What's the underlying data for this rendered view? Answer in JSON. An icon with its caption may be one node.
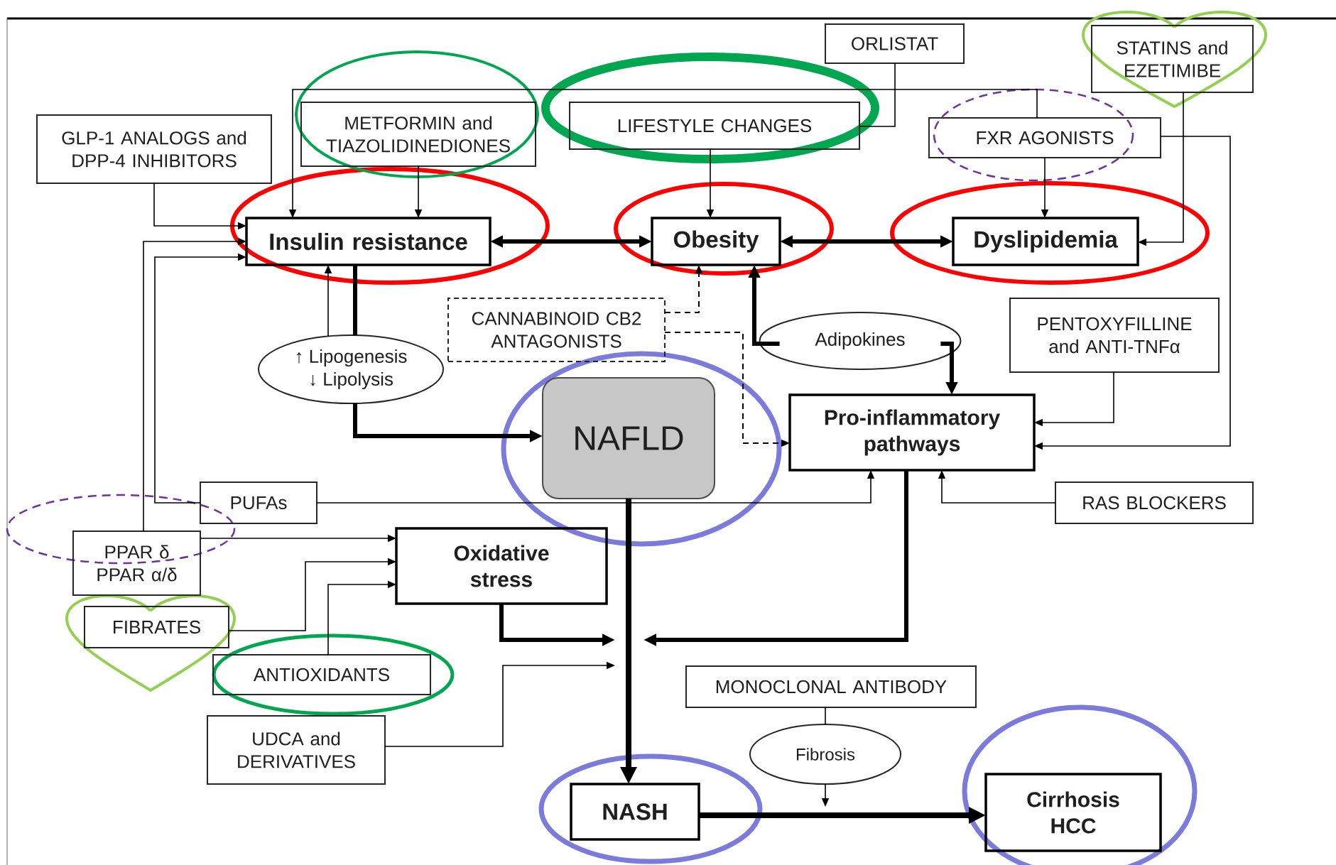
{
  "diagram": {
    "nodes": [
      {
        "text": [
          "ORLISTAT"
        ]
      },
      {
        "text": [
          "STATINS and EZETIMIBE"
        ]
      },
      {
        "text": [
          "GLP-1 ANALOGS and DPP-4 INHIBITORS"
        ]
      },
      {
        "text": [
          "METFORMIN and TIAZOLIDINEDIONES"
        ]
      },
      {
        "text": [
          "LIFESTYLE CHANGES"
        ]
      },
      {
        "text": [
          "FXR AGONISTS"
        ]
      },
      {
        "text": [
          "Insulin resistance"
        ]
      },
      {
        "text": [
          "Obesity"
        ]
      },
      {
        "text": [
          "Dyslipidemia"
        ]
      },
      {
        "text": [
          "CANNABINOID CB2 ANTAGONISTS"
        ]
      },
      {
        "text": [
          "↑ Lipogenesis ↓ Lipolysis"
        ]
      },
      {
        "text": [
          "Adipokines"
        ]
      },
      {
        "text": [
          "PENTOXYFILLINE and ANTI-TNFα"
        ]
      },
      {
        "text": [
          "NAFLD"
        ]
      },
      {
        "text": [
          "Pro-inflammatory pathways"
        ]
      },
      {
        "text": [
          "PUFAs"
        ]
      },
      {
        "text": [
          "RAS BLOCKERS"
        ]
      },
      {
        "text": [
          "PPAR δ PPAR α/δ"
        ]
      },
      {
        "text": [
          "Oxidative stress"
        ]
      },
      {
        "text": [
          "FIBRATES"
        ]
      },
      {
        "text": [
          "ANTIOXIDANTS"
        ]
      },
      {
        "text": [
          "MONOCLONAL ANTIBODY"
        ]
      },
      {
        "text": [
          "UDCA and DERIVATIVES"
        ]
      },
      {
        "text": [
          "Fibrosis"
        ]
      },
      {
        "text": [
          "NASH"
        ]
      },
      {
        "text": [
          "Cirrhosis HCC"
        ]
      }
    ],
    "edges": [
      {
        "from": 0,
        "to": 4,
        "arrow": "none"
      },
      {
        "from": 1,
        "to": 8,
        "arrow": "to"
      },
      {
        "from": 5,
        "to": 8,
        "arrow": "to"
      },
      {
        "from": 5,
        "to": 14,
        "arrow": "to"
      },
      {
        "from": 4,
        "to": 7,
        "arrow": "to"
      },
      {
        "from": 5,
        "to": 6,
        "arrow": "to"
      },
      {
        "from": 3,
        "to": 6,
        "arrow": "to"
      },
      {
        "from": 2,
        "to": 6,
        "arrow": "to"
      },
      {
        "from": 17,
        "to": 6,
        "arrow": "to"
      },
      {
        "from": 15,
        "to": 6,
        "arrow": "to"
      },
      {
        "from": 6,
        "to": 7,
        "arrow": "both",
        "style": "thick"
      },
      {
        "from": 7,
        "to": 8,
        "arrow": "both",
        "style": "thick"
      },
      {
        "from": 10,
        "to": 6,
        "arrow": "to"
      },
      {
        "from": 6,
        "to": 10,
        "arrow": "none",
        "style": "thick"
      },
      {
        "from": 10,
        "to": 13,
        "arrow": "to",
        "style": "thick"
      },
      {
        "from": 9,
        "to": 7,
        "arrow": "to",
        "style": "dashed"
      },
      {
        "from": 9,
        "to": 14,
        "arrow": "to",
        "style": "dashed"
      },
      {
        "from": 11,
        "to": 7,
        "arrow": "to",
        "style": "thick"
      },
      {
        "from": 11,
        "to": 14,
        "arrow": "to",
        "style": "thick"
      },
      {
        "from": 12,
        "to": 14,
        "arrow": "to"
      },
      {
        "from": 13,
        "to": 24,
        "arrow": "to",
        "style": "thick"
      },
      {
        "from": 15,
        "to": 14,
        "arrow": "to"
      },
      {
        "from": 16,
        "to": 14,
        "arrow": "to"
      },
      {
        "from": 17,
        "to": 18,
        "arrow": "to"
      },
      {
        "from": 19,
        "to": 18,
        "arrow": "to"
      },
      {
        "from": 20,
        "to": 18,
        "arrow": "to"
      },
      {
        "from": 18,
        "to": null,
        "arrow": "to",
        "style": "thick"
      },
      {
        "from": 14,
        "to": null,
        "arrow": "to",
        "style": "thick"
      },
      {
        "from": 22,
        "to": null,
        "arrow": "to"
      },
      {
        "from": 21,
        "to": 23,
        "arrow": "none"
      },
      {
        "from": 23,
        "to": null,
        "arrow": "to"
      },
      {
        "from": 24,
        "to": 25,
        "arrow": "to",
        "style": "thick"
      }
    ]
  }
}
